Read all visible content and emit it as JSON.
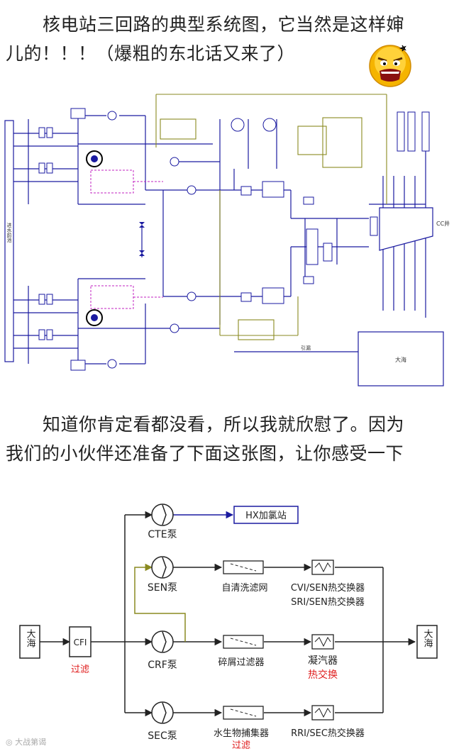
{
  "text1": {
    "line1": "核电站三回路的典型系统图，它当然是这样婶",
    "line2": "儿的！！！（爆粗的东北话又来了）"
  },
  "diagram1": {
    "left_label": "进水前池",
    "cc_label": "CC井",
    "sea_label": "大海",
    "leak_label": "引漏"
  },
  "text2": {
    "line1": "知道你肯定看都没看，所以我就欣慰了。因为",
    "line2": "我们的小伙伴还准备了下面这张图，让你感受一下"
  },
  "diagram2": {
    "sea_left": "大海",
    "cfi": "CFI",
    "cfi_sub": "过滤",
    "cte_pump": "CTE泵",
    "hx_station": "HX加氯站",
    "sen_pump": "SEN泵",
    "sen_filter": "自清洗滤网",
    "sen_hx_line1": "CVI/SEN热交换器",
    "sen_hx_line2": "SRI/SEN热交换器",
    "crf_pump": "CRF泵",
    "crf_filter": "碎屑过滤器",
    "condenser": "凝汽器",
    "condenser_sub": "热交换",
    "sec_pump": "SEC泵",
    "sec_filter": "水生物捕集器",
    "sec_filter_sub": "过滤",
    "sec_hx": "RRI/SEC热交换器",
    "sea_right": "大海"
  },
  "watermark": "大战第谒",
  "colors": {
    "line_blue": "#1a1aa0",
    "line_olive": "#8a8a20",
    "line_magenta": "#c020c0",
    "red_text": "#e02020",
    "arrow_blue": "#1a1aa0"
  }
}
